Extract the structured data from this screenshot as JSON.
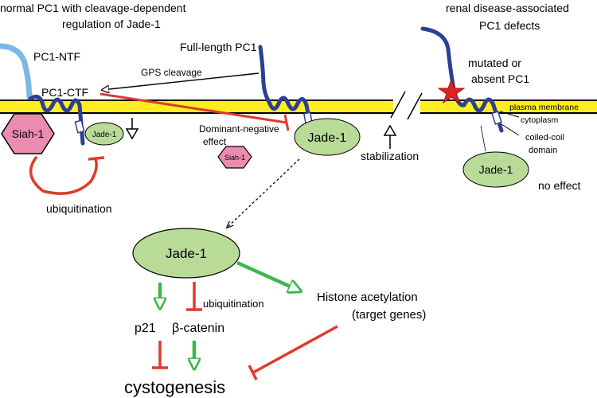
{
  "labels": {
    "title_left_1": "normal PC1 with cleavage-dependent",
    "title_left_2": "regulation of Jade-1",
    "title_right_1": "renal disease-associated",
    "title_right_2": "PC1 defects",
    "pc1_ntf": "PC1-NTF",
    "full_length_pc1": "Full-length PC1",
    "gps_cleavage": "GPS cleavage",
    "pc1_ctf": "PC1-CTF",
    "mutated_1": "mutated or",
    "mutated_2": "absent PC1",
    "plasma_membrane": "plasma membrane",
    "cytoplasm": "cytoplasm",
    "coiled_coil_1": "coiled-coil",
    "coiled_coil_2": "domain",
    "siah1_big": "Siah-1",
    "jade1_small": "Jade-1",
    "dominant_negative_1": "Dominant-negative",
    "dominant_negative_2": "effect",
    "siah1_small": "Siah-1",
    "jade1_center": "Jade-1",
    "stabilization": "stabilization",
    "jade1_right": "Jade-1",
    "no_effect": "no effect",
    "ubiquitination_left": "ubiquitination",
    "jade1_lower": "Jade-1",
    "ubiquitination_lower": "ubiquitination",
    "histone_1": "Histone acetylation",
    "histone_2": "(target genes)",
    "p21": "p21",
    "beta_catenin": "β-catenin",
    "cystogenesis": "cystogenesis"
  },
  "colors": {
    "membrane": "#ffee22",
    "pc1_blue": "#2d3f94",
    "ntf_blue": "#7db8e4",
    "jade_fill": "#b8dc98",
    "siah_fill": "#ea8cb0",
    "inhibit_red": "#e03a2a",
    "activate_green": "#3db54a",
    "star_red": "#e02424"
  }
}
